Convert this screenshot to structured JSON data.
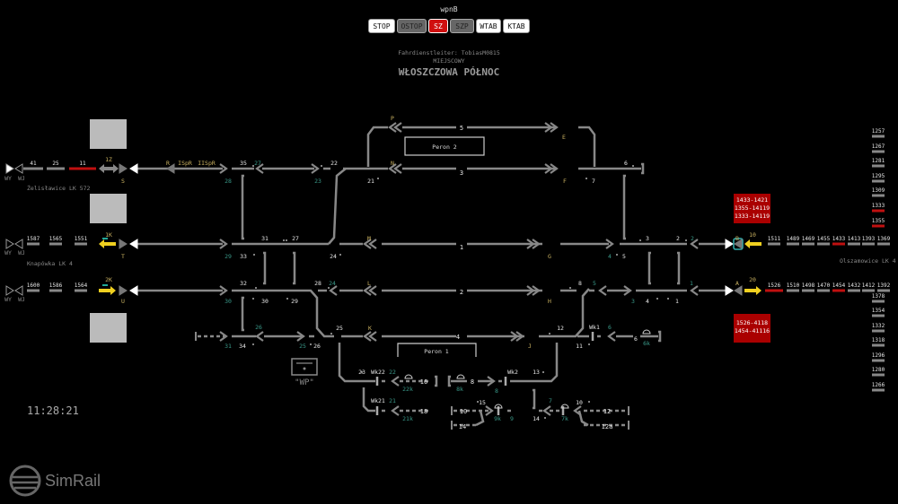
{
  "header": {
    "mode": "wpnB",
    "buttons": [
      {
        "label": "STOP",
        "style": "white"
      },
      {
        "label": "OSTOP",
        "style": "gray"
      },
      {
        "label": "SZ",
        "style": "red"
      },
      {
        "label": "SZP",
        "style": "gray"
      },
      {
        "label": "WTAB",
        "style": "white"
      },
      {
        "label": "KTAB",
        "style": "white"
      }
    ],
    "dispatcher": "Fahrdienstleiter: TobiasM0815",
    "control_mode": "MIEJSCOWY",
    "station": "WŁOSZCZOWA PÓŁNOC"
  },
  "clock": "11:28:21",
  "brand": "SimRail",
  "wp_label": "\"WP\"",
  "platforms": {
    "p1": "Peron 1",
    "p2": "Peron 2"
  },
  "info_boxes": {
    "top": [
      "1433-1421",
      "1355-14119",
      "1333-14119"
    ],
    "bottom": [
      "1526-4118",
      "1454-41116"
    ]
  },
  "colors": {
    "track": "#888888",
    "occupied": "#c01010",
    "signal_label": "#c8b060",
    "teal": "#3a9a8a",
    "route_arrow": "#f0d020",
    "selected": "#30b0b0"
  },
  "blocks": {
    "left_top": [
      {
        "label": "41",
        "occupied": false
      },
      {
        "label": "25",
        "occupied": false
      },
      {
        "label": "11",
        "occupied": true
      }
    ],
    "left_mid": [
      {
        "label": "1587",
        "occupied": false
      },
      {
        "label": "1565",
        "occupied": false
      },
      {
        "label": "1551",
        "occupied": false
      }
    ],
    "left_bot": [
      {
        "label": "1600",
        "occupied": false
      },
      {
        "label": "1586",
        "occupied": false
      },
      {
        "label": "1564",
        "occupied": false
      }
    ],
    "right_mid": [
      {
        "label": "1511",
        "occupied": false
      },
      {
        "label": "1489",
        "occupied": false
      },
      {
        "label": "1469",
        "occupied": false
      },
      {
        "label": "1455",
        "occupied": false
      },
      {
        "label": "1433",
        "occupied": true
      },
      {
        "label": "1413",
        "occupied": false
      },
      {
        "label": "1393",
        "occupied": false
      },
      {
        "label": "1369",
        "occupied": false
      }
    ],
    "right_bot": [
      {
        "label": "1526",
        "occupied": true
      },
      {
        "label": "1510",
        "occupied": false
      },
      {
        "label": "1498",
        "occupied": false
      },
      {
        "label": "1470",
        "occupied": false
      },
      {
        "label": "1454",
        "occupied": true
      },
      {
        "label": "1432",
        "occupied": false
      },
      {
        "label": "1412",
        "occupied": false
      },
      {
        "label": "1392",
        "occupied": false
      }
    ],
    "right_col_top": [
      {
        "label": "1257",
        "occupied": false
      },
      {
        "label": "1267",
        "occupied": false
      },
      {
        "label": "1281",
        "occupied": false
      },
      {
        "label": "1295",
        "occupied": false
      },
      {
        "label": "1309",
        "occupied": false
      },
      {
        "label": "1333",
        "occupied": true
      },
      {
        "label": "1355",
        "occupied": true
      }
    ],
    "right_col_bot": [
      {
        "label": "1378",
        "occupied": false
      },
      {
        "label": "1354",
        "occupied": false
      },
      {
        "label": "1332",
        "occupied": false
      },
      {
        "label": "1318",
        "occupied": false
      },
      {
        "label": "1296",
        "occupied": false
      },
      {
        "label": "1280",
        "occupied": false
      },
      {
        "label": "1266",
        "occupied": false
      }
    ]
  },
  "labels": {
    "white": [
      "35",
      "22",
      "21",
      "7",
      "6",
      "31",
      "27",
      "33",
      "24",
      "5",
      "3",
      "2",
      "32",
      "30",
      "29",
      "28",
      "8",
      "4",
      "1",
      "34",
      "26",
      "25",
      "12",
      "11",
      "6",
      "23",
      "13",
      "15",
      "14",
      "10",
      "5",
      "3",
      "1",
      "2",
      "4",
      "16",
      "8",
      "18",
      "10",
      "12",
      "14",
      "12a",
      "Wk22",
      "Wk21",
      "Wk2",
      "Wk1"
    ],
    "teal": [
      "27",
      "28",
      "23",
      "29",
      "4",
      "2",
      "30",
      "24",
      "5",
      "3",
      "1",
      "26",
      "31",
      "25",
      "22",
      "22k",
      "8k",
      "8",
      "21",
      "21k",
      "9k",
      "9",
      "7",
      "7k",
      "6",
      "6k"
    ],
    "yellow": [
      "S",
      "T",
      "U",
      "1Z",
      "1K",
      "2K",
      "R",
      "ISpR",
      "IISpR",
      "P",
      "E",
      "N",
      "F",
      "M",
      "G",
      "L",
      "H",
      "K",
      "J",
      "B",
      "A",
      "10",
      "20"
    ],
    "gray": [
      "WY",
      "WJ",
      "WY",
      "WJ",
      "WY",
      "WJ",
      "Żelisławice LK 572",
      "Knapówka LK 4",
      "Olszamowice LK 4"
    ]
  }
}
